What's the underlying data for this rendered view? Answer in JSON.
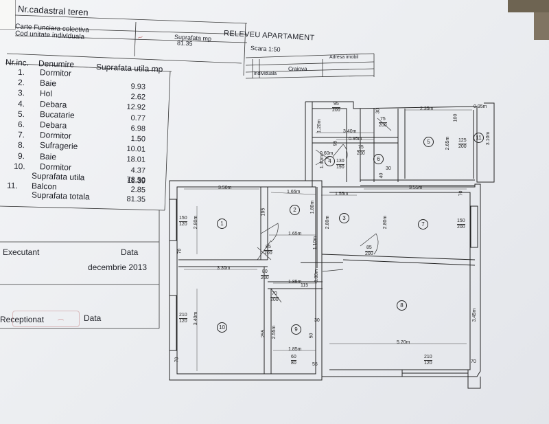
{
  "header": {
    "nr_cadastral": "Nr.cadastral teren",
    "carte_funciara": "Carte Funciara colectiva",
    "cod_unitate": "Cod unitate individuala",
    "suprafata_label": "Suprafata mp",
    "suprafata_value": "81.35",
    "title": "RELEVEU APARTAMENT",
    "scale": "Scara 1:50",
    "adresa_label": "Adresa imobil",
    "city": "Craiova",
    "individuala": "individuala"
  },
  "table": {
    "col_nr": "Nr.inc.",
    "col_name": "Denumire",
    "col_area": "Suprafata utila mp",
    "rows": [
      {
        "nr": "1.",
        "name": "Dormitor",
        "area": "9.93"
      },
      {
        "nr": "2.",
        "name": "Baie",
        "area": "2.62"
      },
      {
        "nr": "3.",
        "name": "Hol",
        "area": "12.92"
      },
      {
        "nr": "4.",
        "name": "Debara",
        "area": "0.77"
      },
      {
        "nr": "5.",
        "name": "Bucatarie",
        "area": "6.98"
      },
      {
        "nr": "6.",
        "name": "Debara",
        "area": "1.50"
      },
      {
        "nr": "7.",
        "name": "Dormitor",
        "area": "10.01"
      },
      {
        "nr": "8.",
        "name": "Sufragerie",
        "area": "18.01"
      },
      {
        "nr": "9.",
        "name": "Baie",
        "area": "4.37"
      },
      {
        "nr": "10.",
        "name": "Dormitor",
        "area": "11.39"
      }
    ],
    "suprafata_utila_label": "Suprafata utila",
    "suprafata_utila_value": "78.50",
    "balcon_nr": "11.",
    "balcon_name": "Balcon",
    "balcon_area": "2.85",
    "suprafata_totala_label": "Suprafata totala",
    "suprafata_totala_value": "81.35"
  },
  "footer": {
    "executant": "Executant",
    "data_label": "Data",
    "data_value": "decembrie 2013",
    "receptionat": "Receptionat",
    "data_label_2": "Data"
  },
  "plan": {
    "room_numbers": [
      "1",
      "2",
      "3",
      "4",
      "5",
      "6",
      "7",
      "8",
      "9",
      "10",
      "11"
    ],
    "dims": {
      "d350": "3.50m",
      "d165a": "1.65m",
      "d155": "1.55m",
      "d355": "3.55m",
      "d165b": "1.65m",
      "d330": "3.30m",
      "d185a": "1.85m",
      "d185b": "1.85m",
      "d520": "5.20m",
      "d235": "2.35m",
      "d095a": "0.95m",
      "d340": "3.40m",
      "d095b": "0.95m",
      "d060": "0.60m",
      "d265": "2.65m",
      "d280a": "2.80m",
      "d280b": "2.80m",
      "d280c": "2.80m",
      "d340v": "3.40m",
      "d345": "3.45m",
      "d255": "2.55m",
      "d310": "3.10m",
      "d120": "1.20m",
      "d130": "1.30m",
      "d180": "1.80m",
      "d110": "1.10m",
      "d080": "0.80m",
      "n195": "195",
      "n70a": "70",
      "n70b": "70",
      "n70c": "70",
      "n70d": "70",
      "n40": "40",
      "n30a": "30",
      "n30b": "30",
      "n30c": "30",
      "n100": "100",
      "n115": "115",
      "n50": "50",
      "n55": "55",
      "n255": "255",
      "n95": "95"
    },
    "fractions": {
      "f95_200": [
        "95",
        "200"
      ],
      "f75_200a": [
        "75",
        "200"
      ],
      "f75_200b": [
        "75",
        "200"
      ],
      "f130_190": [
        "130",
        "190"
      ],
      "f125_200": [
        "125",
        "200"
      ],
      "f150_120": [
        "150",
        "120"
      ],
      "f150_200": [
        "150",
        "200"
      ],
      "f85_200a": [
        "85",
        "200"
      ],
      "f85_200b": [
        "85",
        "200"
      ],
      "f80_200": [
        "80",
        "200"
      ],
      "f70_200": [
        "70",
        "200"
      ],
      "f210_120a": [
        "210",
        "120"
      ],
      "f210_120b": [
        "210",
        "120"
      ],
      "f60_80": [
        "60",
        "80"
      ]
    }
  }
}
